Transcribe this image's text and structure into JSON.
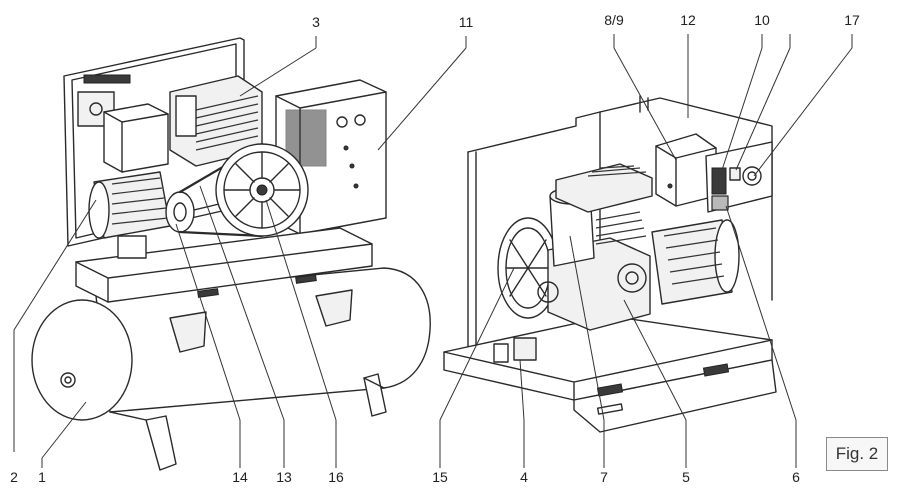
{
  "figure_label": "Fig. 2",
  "callouts": [
    {
      "id": "c1",
      "text": "1"
    },
    {
      "id": "c2",
      "text": "2"
    },
    {
      "id": "c3",
      "text": "3"
    },
    {
      "id": "c4",
      "text": "4"
    },
    {
      "id": "c5",
      "text": "5"
    },
    {
      "id": "c6",
      "text": "6"
    },
    {
      "id": "c7",
      "text": "7"
    },
    {
      "id": "c8-9",
      "text": "8/9"
    },
    {
      "id": "c10",
      "text": "10"
    },
    {
      "id": "c11",
      "text": "11"
    },
    {
      "id": "c12",
      "text": "12"
    },
    {
      "id": "c13",
      "text": "13"
    },
    {
      "id": "c14",
      "text": "14"
    },
    {
      "id": "c15",
      "text": "15"
    },
    {
      "id": "c16",
      "text": "16"
    },
    {
      "id": "c17",
      "text": "17"
    }
  ]
}
